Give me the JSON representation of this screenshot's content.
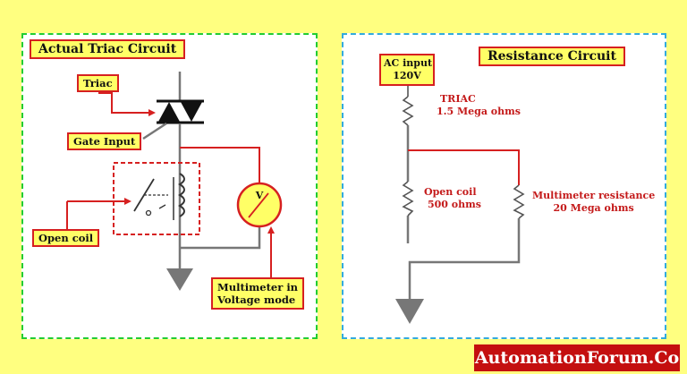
{
  "left_panel": {
    "title": "Actual  Triac Circuit",
    "labels": {
      "triac": "Triac",
      "gate_input": "Gate Input",
      "open_coil": "Open coil",
      "multimeter_line1": "Multimeter in",
      "multimeter_line2": "Voltage mode"
    },
    "meter_symbol": "V"
  },
  "right_panel": {
    "title": "Resistance Circuit",
    "ac_input_line1": "AC input",
    "ac_input_line2": "120V",
    "triac_line1": "TRIAC",
    "triac_line2": "1.5 Mega ohms",
    "coil_line1": "Open coil",
    "coil_line2": "500 ohms",
    "meter_line1": "Multimeter resistance",
    "meter_line2": "20 Mega ohms"
  },
  "footer": {
    "brand": "AutomationForum.Co"
  },
  "colors": {
    "background": "#ffff80",
    "accent_red": "#d62020",
    "left_border": "#22cc33",
    "right_border": "#33aadd",
    "wire_gray": "#777777"
  },
  "icons": [
    "triac-symbol-icon",
    "coil-icon",
    "switch-icon",
    "voltmeter-icon",
    "ground-icon",
    "resistor-icon"
  ]
}
